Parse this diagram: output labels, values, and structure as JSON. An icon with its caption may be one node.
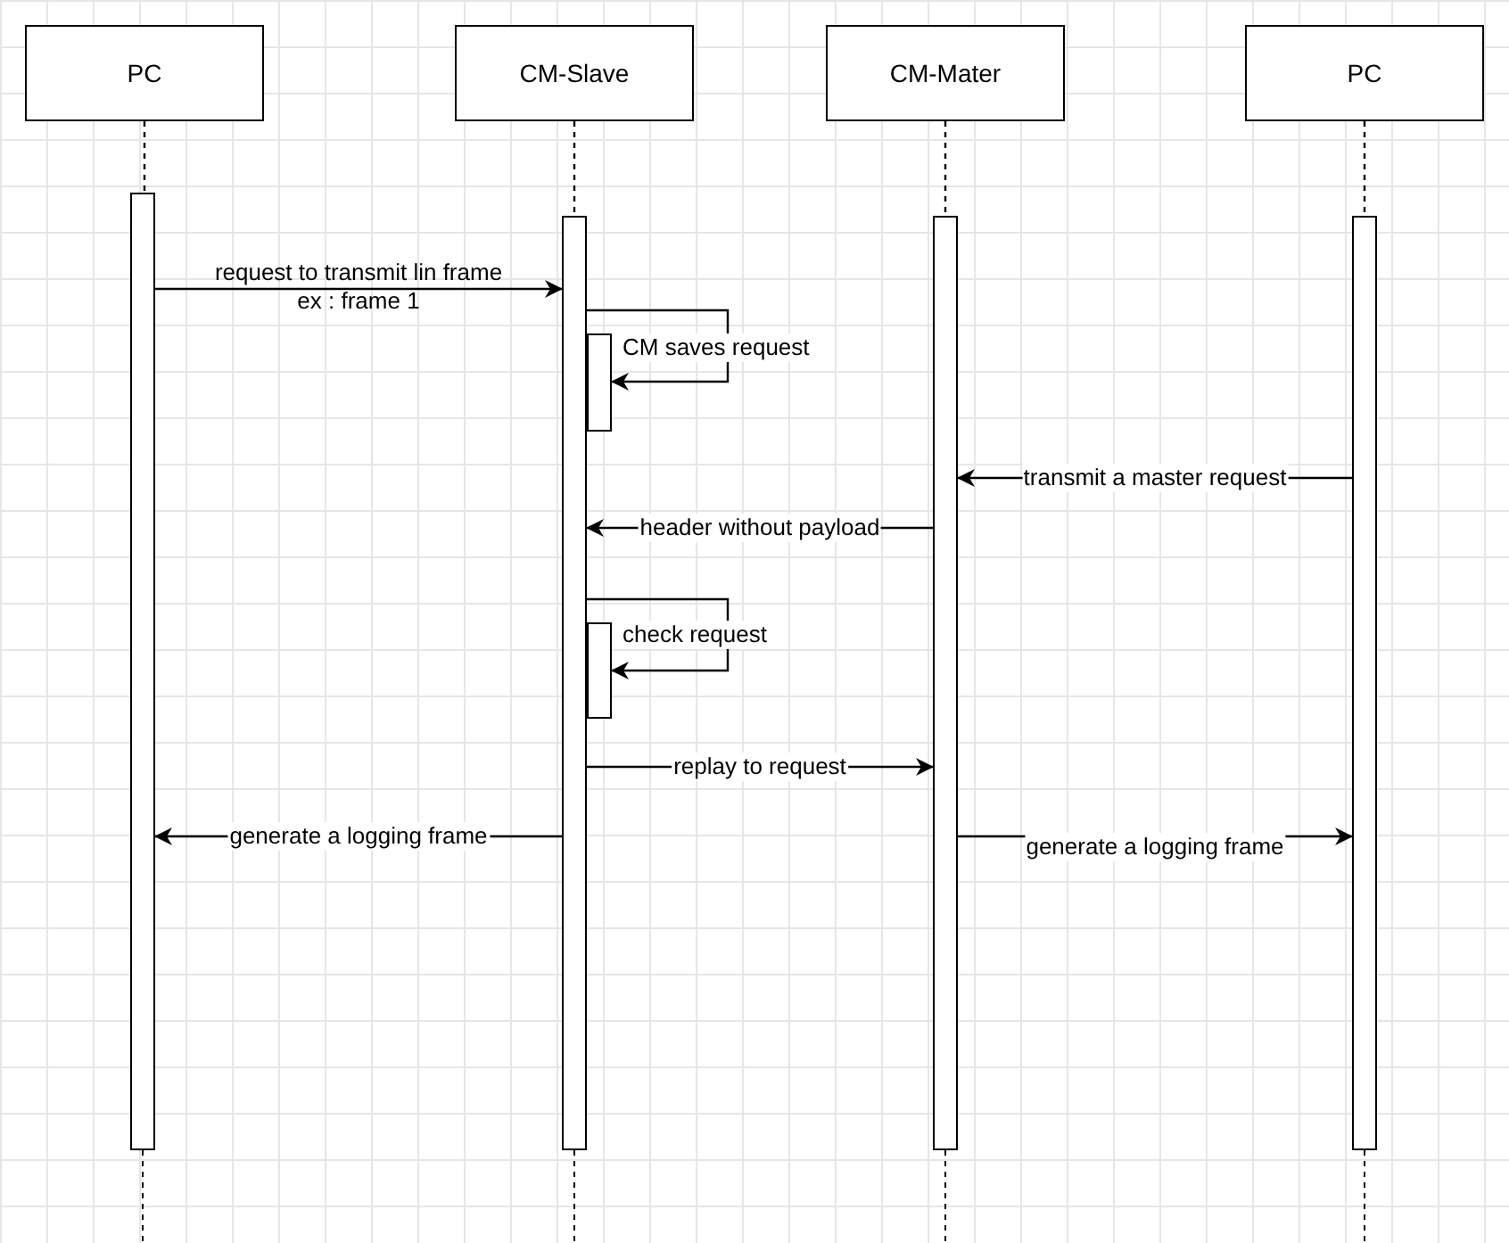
{
  "diagram": {
    "nodes": [
      {
        "text": [
          "PC"
        ]
      },
      {
        "text": [
          "CM-Slave"
        ]
      },
      {
        "text": [
          "CM-Mater"
        ]
      },
      {
        "text": [
          "PC"
        ]
      },
      {
        "text": [],
        "shape": "bar"
      },
      {
        "text": [],
        "shape": "bar"
      },
      {
        "text": [],
        "shape": "bar"
      },
      {
        "text": [],
        "shape": "bar"
      },
      {
        "text": [],
        "shape": "bar"
      },
      {
        "text": [],
        "shape": "bar"
      }
    ],
    "edges": [
      {
        "from": 0,
        "to": 4,
        "arrow": "none",
        "style": "dashed"
      },
      {
        "from": 1,
        "to": 5,
        "arrow": "none",
        "style": "dashed"
      },
      {
        "from": 2,
        "to": 6,
        "arrow": "none",
        "style": "dashed"
      },
      {
        "from": 3,
        "to": 7,
        "arrow": "none",
        "style": "dashed"
      },
      {
        "from": 4,
        "to": 5,
        "arrow": "to",
        "label": "request to transmit lin frame ex : frame 1"
      },
      {
        "from": 5,
        "to": 8,
        "arrow": "to",
        "label": "CM saves request"
      },
      {
        "from": 7,
        "to": 6,
        "arrow": "to",
        "label": "transmit a master request"
      },
      {
        "from": 6,
        "to": 5,
        "arrow": "to",
        "label": "header without payload"
      },
      {
        "from": 5,
        "to": 9,
        "arrow": "to",
        "label": "check request"
      },
      {
        "from": 5,
        "to": 6,
        "arrow": "to",
        "label": "replay to request"
      },
      {
        "from": 5,
        "to": 4,
        "arrow": "to",
        "label": "generate a logging frame"
      },
      {
        "from": 6,
        "to": 7,
        "arrow": "to",
        "label": "generate a logging frame"
      }
    ]
  }
}
